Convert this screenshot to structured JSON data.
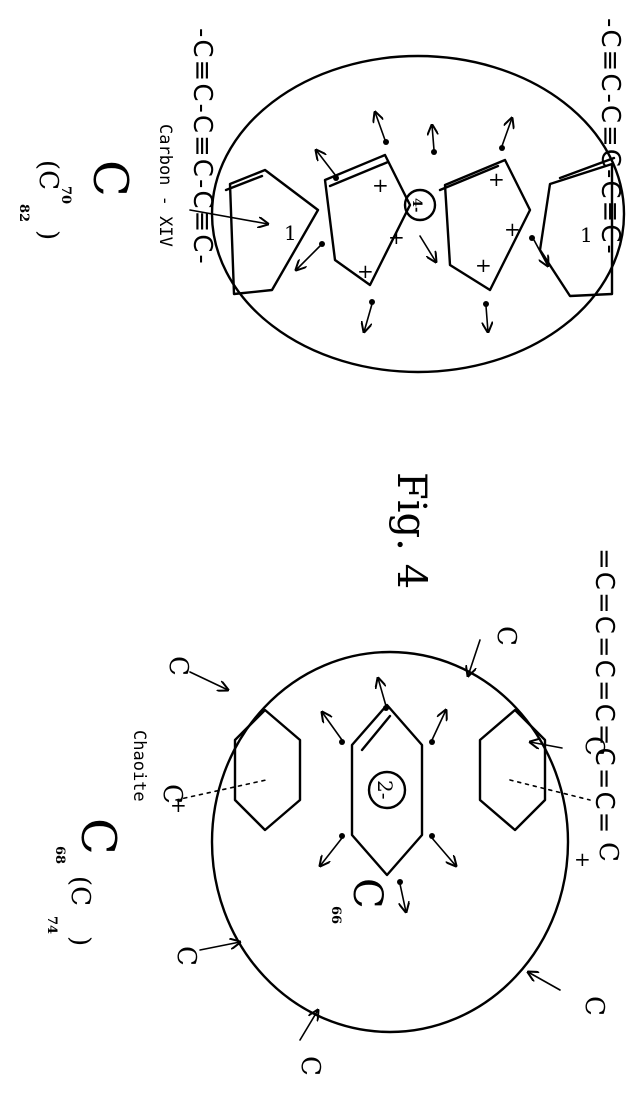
{
  "top_diagram": {
    "chain_top": "-C≡C-C≡C-C≡C-",
    "chain_bottom": "-C≡C-C≡C-C≡C-",
    "label_typed": "Carbon - XIV",
    "formula_main": "C",
    "formula_main_sub": "70",
    "formula_alt": "(C",
    "formula_alt_sub": "82",
    "formula_alt_close": ")",
    "center_charge": "4-",
    "ring_charge": "+",
    "edge_charge": "1"
  },
  "figure_label": "Fig. 4",
  "bottom_diagram": {
    "chain": "=C=C=C=C=C=C=",
    "label_typed": "Chaoite",
    "formula_main": "C",
    "formula_main_sub": "68",
    "formula_alt": "(C",
    "formula_alt_sub": "74",
    "formula_alt_close": ")",
    "center_charge": "2-",
    "inner_formula": "C",
    "inner_formula_sub": "66",
    "plus": "+",
    "radical_c": "C"
  }
}
